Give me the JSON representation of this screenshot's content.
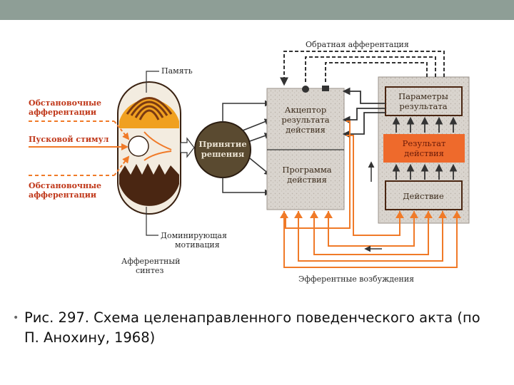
{
  "diagram": {
    "memory": "Память",
    "situational_top": [
      "Обстановочные",
      "афферентации"
    ],
    "trigger": "Пусковой стимул",
    "situational_bottom": [
      "Обстановочные",
      "афферентации"
    ],
    "dominant": [
      "Доминирующая",
      "мотивация"
    ],
    "afferent_synthesis": [
      "Афферентный",
      "синтез"
    ],
    "decision": [
      "Принятие",
      "решения"
    ],
    "acceptor": [
      "Акцептор",
      "результата",
      "действия"
    ],
    "program": [
      "Программа",
      "действия"
    ],
    "feedback": "Обратная афферентация",
    "parameters": [
      "Параметры",
      "результата"
    ],
    "result": [
      "Результат",
      "действия"
    ],
    "action": "Действие",
    "efferent": "Эфферентные возбуждения"
  },
  "caption": "Рис. 297. Схема целенаправленного поведенческого акта (по П. Анохину, 1968)",
  "colors": {
    "orange": "#f07a28",
    "dark_brown": "#4a2612",
    "speckle_box": "#d9d4ce",
    "result_box": "#ee6a2c",
    "decision_circle": "#5a4a30",
    "top_bar": "#8e9e96"
  }
}
